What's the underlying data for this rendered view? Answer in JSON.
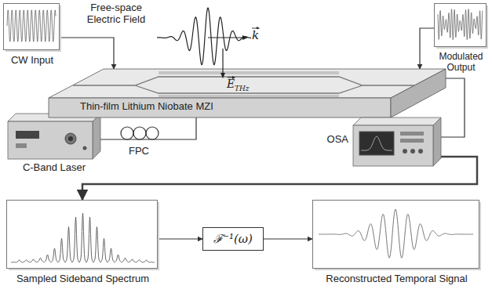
{
  "diagram": {
    "nodes": [
      {
        "text": [
          "CW Input"
        ]
      },
      {
        "text": [
          "C-Band Laser"
        ]
      },
      {
        "text": [
          "Thin-film Lithium Niobate MZI"
        ]
      },
      {
        "text": [
          "Modulated Output"
        ]
      },
      {
        "text": [
          "OSA"
        ]
      },
      {
        "text": [
          "Sampled Sideband Spectrum"
        ]
      },
      {
        "text": [
          "ℱ⁻¹(ω)"
        ]
      },
      {
        "text": [
          "Reconstructed Temporal Signal"
        ]
      }
    ],
    "edges": [
      {
        "from": 0,
        "to": 2,
        "arrow": "to"
      },
      {
        "from": 1,
        "to": 2,
        "arrow": "none"
      },
      {
        "from": 2,
        "to": 4,
        "arrow": "none"
      },
      {
        "from": 3,
        "to": 2,
        "arrow": "to"
      },
      {
        "from": 4,
        "to": 5,
        "arrow": "to"
      },
      {
        "from": 5,
        "to": 6,
        "arrow": "to"
      },
      {
        "from": 6,
        "to": 7,
        "arrow": "to"
      }
    ],
    "labels": [
      "Free-space Electric Field",
      "k",
      "E",
      "THz",
      "FPC"
    ]
  }
}
